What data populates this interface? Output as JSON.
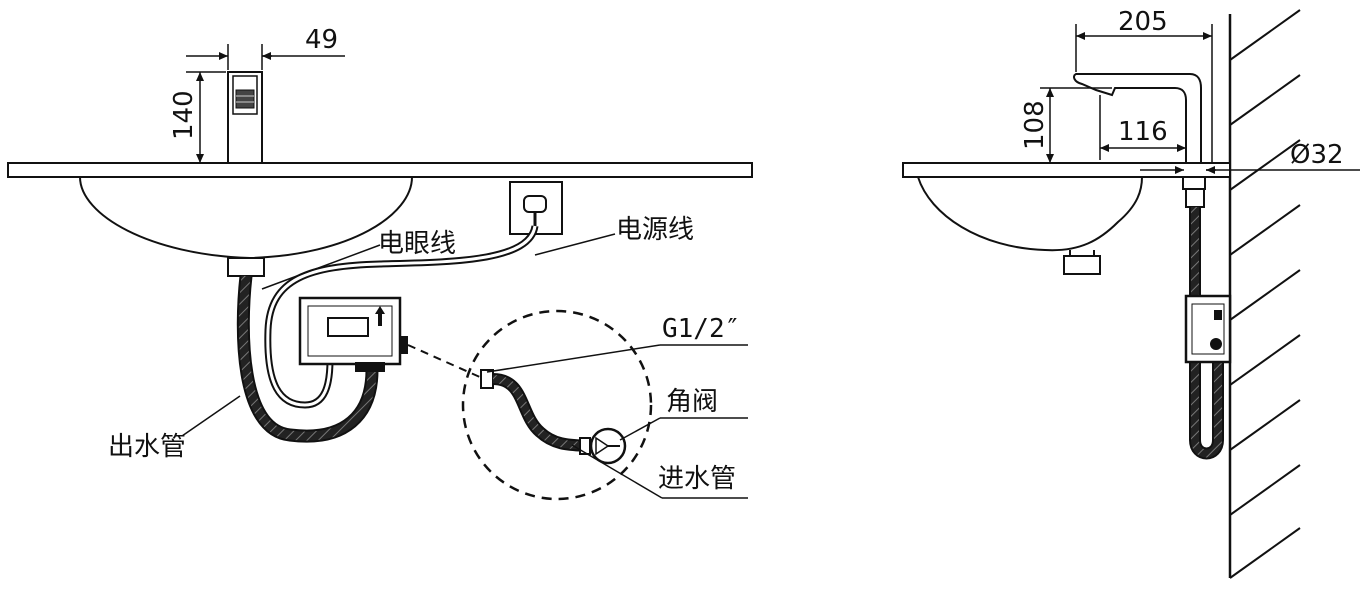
{
  "diagram": {
    "front_view": {
      "dims": {
        "spout_width": "49",
        "faucet_height": "140"
      },
      "labels": {
        "sensor_cable": "电眼线",
        "power_cable": "电源线",
        "outlet_hose": "出水管",
        "thread": "G1/2″",
        "angle_valve": "角阀",
        "inlet_hose": "进水管"
      }
    },
    "side_view": {
      "dims": {
        "spout_reach": "205",
        "spout_height": "108",
        "reach_from_wall": "116",
        "hole_diameter": "Ø32"
      }
    }
  }
}
